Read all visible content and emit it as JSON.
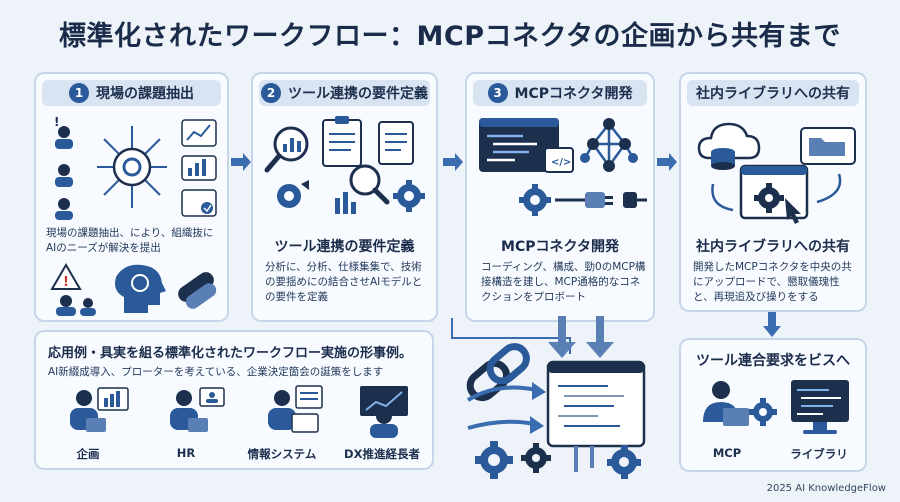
{
  "title": "標準化されたワークフロー：MCPコネクタの企画から共有まで",
  "steps": [
    {
      "number": "1",
      "header": "現場の課題抽出",
      "description": "現場の課題抽出、により、組織抜にAIのニーズが解決を提出"
    },
    {
      "number": "2",
      "header": "ツール連携の要件定義",
      "subtitle": "ツール連携の要件定義",
      "description": "分析に、分析、仕様集集で、技術の要揺めにの結合させAIモデルとの要件を定義"
    },
    {
      "number": "3",
      "header": "MCPコネクタ開発",
      "subtitle": "MCPコネクタ開発",
      "description": "コーディング、構成、勁0のMCP構接構造を建し、MCP通格的なコネクションをプロボート"
    },
    {
      "header": "社内ライブラリへの共有",
      "subtitle": "社内ライブラリへの共有",
      "description": "開発したMCPコネクタを中央の共にアップロードで、懇取儀瑰性と、再現追及び操りをする"
    }
  ],
  "examples": {
    "title": "応用例・具実を組る標準化されたワークフロー実施の形事例。",
    "description": "AI新綴成導入、プローターを考えている、企業決定箇会の誕策をします",
    "people": [
      "企画",
      "HR",
      "情報システム",
      "DX推進経長者"
    ]
  },
  "request": {
    "title": "ツール連合要求をビスへ",
    "labels": [
      "MCP",
      "ライブラリ"
    ]
  },
  "footer": "2025 AI KnowledgeFlow"
}
